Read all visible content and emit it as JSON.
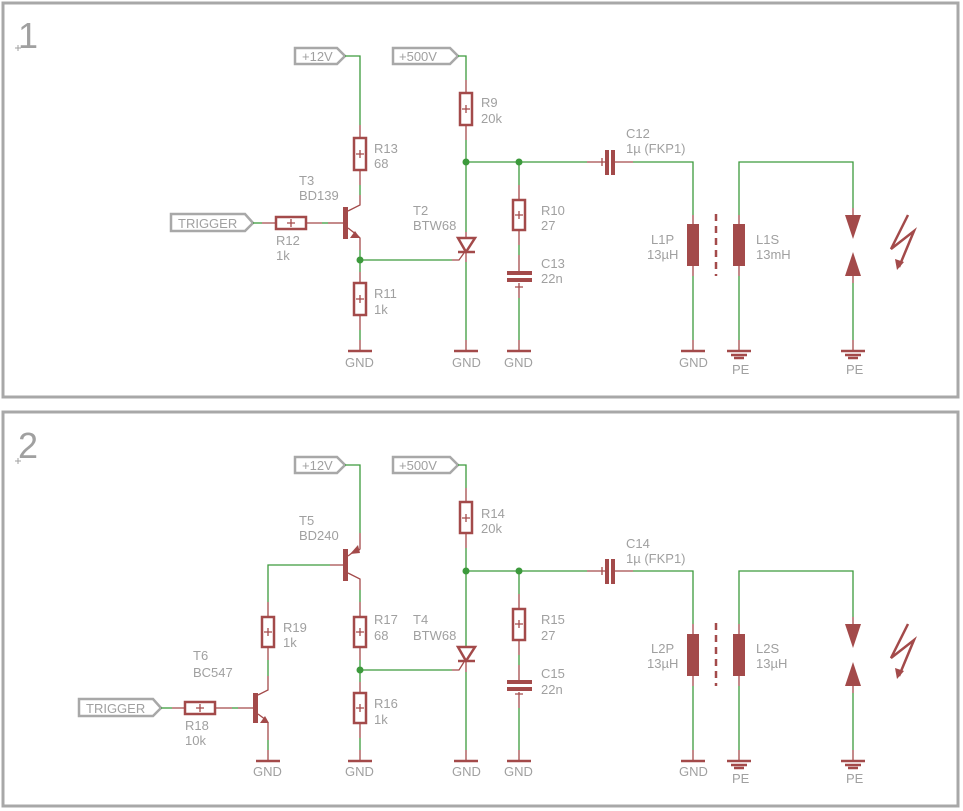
{
  "schematic": {
    "sheets": [
      {
        "number": "1",
        "ports": {
          "trigger": "TRIGGER",
          "v12": "+12V",
          "v500": "+500V"
        },
        "parts": {
          "R13": {
            "name": "R13",
            "value": "68"
          },
          "R12": {
            "name": "R12",
            "value": "1k"
          },
          "R11": {
            "name": "R11",
            "value": "1k"
          },
          "T3": {
            "name": "T3",
            "value": "BD139"
          },
          "T2": {
            "name": "T2",
            "value": "BTW68"
          },
          "R9": {
            "name": "R9",
            "value": "20k"
          },
          "R10": {
            "name": "R10",
            "value": "27"
          },
          "C13": {
            "name": "C13",
            "value": "22n"
          },
          "C12": {
            "name": "C12",
            "value": "1µ (FKP1)"
          },
          "LP": {
            "name": "L1P",
            "value": "13µH"
          },
          "LS": {
            "name": "L1S",
            "value": "13mH"
          }
        },
        "supplies": {
          "gnd": "GND",
          "pe": "PE"
        }
      },
      {
        "number": "2",
        "ports": {
          "trigger": "TRIGGER",
          "v12": "+12V",
          "v500": "+500V"
        },
        "parts": {
          "T5": {
            "name": "T5",
            "value": "BD240"
          },
          "T6": {
            "name": "T6",
            "value": "BC547"
          },
          "R19": {
            "name": "R19",
            "value": "1k"
          },
          "R18": {
            "name": "R18",
            "value": "10k"
          },
          "R17": {
            "name": "R17",
            "value": "68"
          },
          "R16": {
            "name": "R16",
            "value": "1k"
          },
          "T4": {
            "name": "T4",
            "value": "BTW68"
          },
          "R14": {
            "name": "R14",
            "value": "20k"
          },
          "R15": {
            "name": "R15",
            "value": "27"
          },
          "C15": {
            "name": "C15",
            "value": "22n"
          },
          "C14": {
            "name": "C14",
            "value": "1µ (FKP1)"
          },
          "LP": {
            "name": "L2P",
            "value": "13µH"
          },
          "LS": {
            "name": "L2S",
            "value": "13µH"
          }
        },
        "supplies": {
          "gnd": "GND",
          "pe": "PE"
        }
      }
    ]
  }
}
